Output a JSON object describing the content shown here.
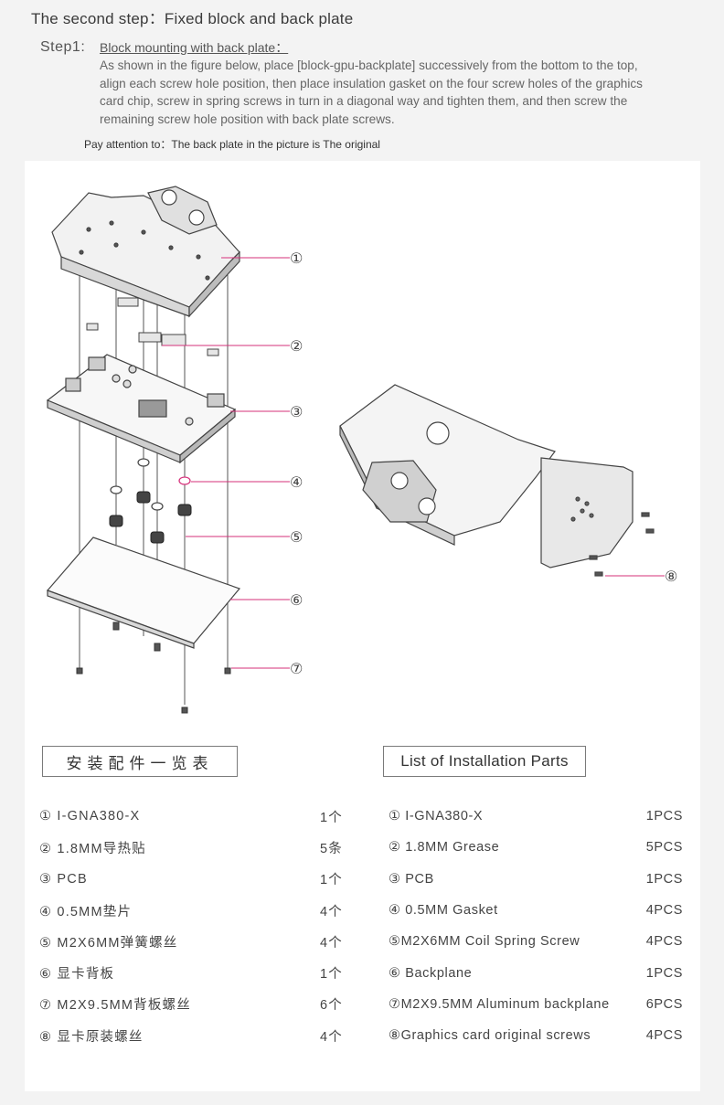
{
  "header": {
    "title": "The second step：Fixed block and back plate"
  },
  "step": {
    "label": "Step1:",
    "heading": "Block mounting with back plate：",
    "body": "As shown in the figure below, place [block-gpu-backplate] successively from the bottom to the top, align each screw hole position, then place insulation gasket on the four screw holes of the graphics card chip, screw in spring screws in turn in a diagonal way and tighten them, and then screw the remaining screw hole position with back plate screws.",
    "note": "Pay attention to：The back plate in the picture is The original"
  },
  "callouts": [
    "①",
    "②",
    "③",
    "④",
    "⑤",
    "⑥",
    "⑦",
    "⑧"
  ],
  "parts_cn": {
    "title": "安装配件一览表",
    "items": [
      {
        "name": "① I-GNA380-X",
        "qty": "1个"
      },
      {
        "name": "② 1.8MM导热贴",
        "qty": "5条"
      },
      {
        "name": "③ PCB",
        "qty": "1个"
      },
      {
        "name": "④ 0.5MM垫片",
        "qty": "4个"
      },
      {
        "name": "⑤ M2X6MM弹簧螺丝",
        "qty": "4个"
      },
      {
        "name": "⑥ 显卡背板",
        "qty": "1个"
      },
      {
        "name": "⑦ M2X9.5MM背板螺丝",
        "qty": "6个"
      },
      {
        "name": "⑧ 显卡原装螺丝",
        "qty": "4个"
      }
    ]
  },
  "parts_en": {
    "title": "List of Installation Parts",
    "items": [
      {
        "name": "① I-GNA380-X",
        "qty": "1PCS"
      },
      {
        "name": "② 1.8MM Grease",
        "qty": "5PCS"
      },
      {
        "name": "③ PCB",
        "qty": "1PCS"
      },
      {
        "name": "④ 0.5MM Gasket",
        "qty": "4PCS"
      },
      {
        "name": "⑤M2X6MM Coil Spring Screw",
        "qty": "4PCS"
      },
      {
        "name": "⑥ Backplane",
        "qty": "1PCS"
      },
      {
        "name": "⑦M2X9.5MM Aluminum backplane",
        "qty": "6PCS"
      },
      {
        "name": "⑧Graphics card original screws",
        "qty": "4PCS"
      }
    ]
  },
  "colors": {
    "callout_line": "#d6307a",
    "background": "#f3f3f3",
    "panel": "#ffffff"
  }
}
